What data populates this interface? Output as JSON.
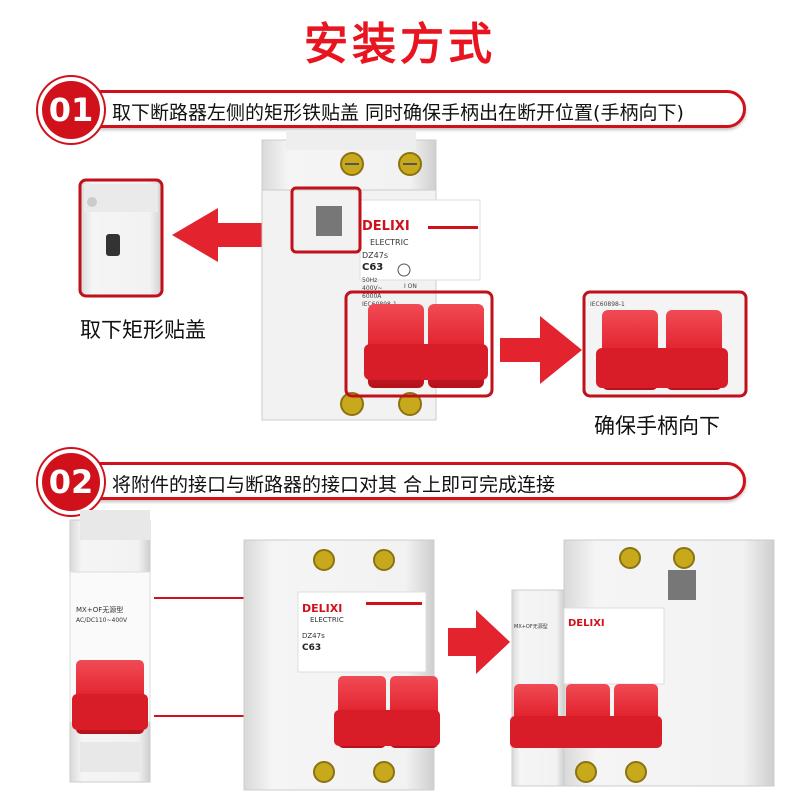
{
  "title": "安装方式",
  "step1": {
    "number": "01",
    "text": "取下断路器左侧的矩形铁贴盖 同时确保手柄出在断开位置(手柄向下)",
    "caption_left": "取下矩形贴盖",
    "caption_right": "确保手柄向下"
  },
  "step2": {
    "number": "02",
    "text": "将附件的接口与断路器的接口对其 合上即可完成连接"
  },
  "breaker": {
    "brand": "DELIXI",
    "brand_sub": "ELECTRIC",
    "model": "DZ47s",
    "rating": "C63",
    "spec1": "50Hz",
    "spec2": "400V~",
    "spec3": "6000A",
    "standard": "IEC60898-1",
    "on_off": "I ON"
  },
  "accessory": {
    "label1": "MX+OF无源型",
    "label2": "AC/DC110~400V"
  },
  "colors": {
    "accent": "#d0111b",
    "handle": "#e3242f"
  }
}
